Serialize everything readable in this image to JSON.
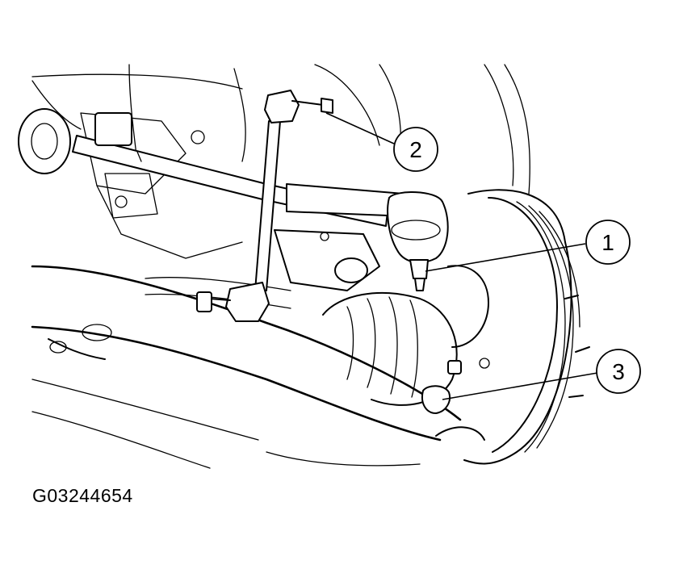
{
  "figure": {
    "id": "G03244654"
  },
  "callouts": [
    {
      "label": "1"
    },
    {
      "label": "2"
    },
    {
      "label": "3"
    }
  ]
}
